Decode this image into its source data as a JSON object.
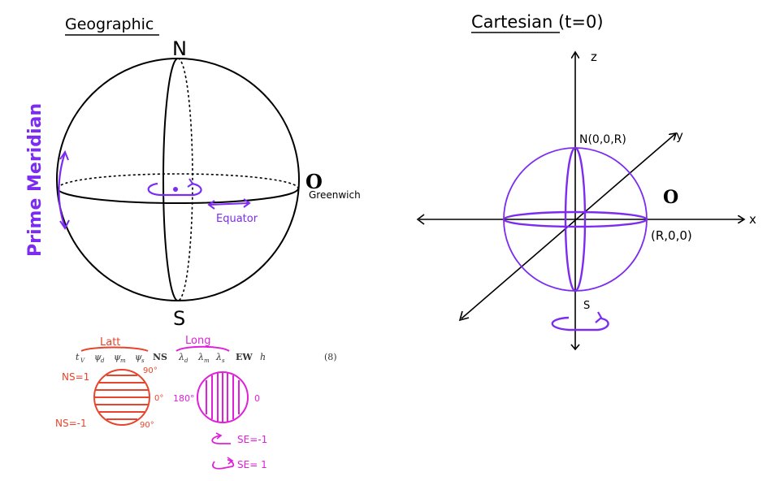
{
  "geographic": {
    "title": "Geographic",
    "north": "N",
    "south": "S",
    "origin": "O",
    "greenwich": "Greenwich",
    "equator": "Equator",
    "prime_meridian": "Prime Meridian"
  },
  "cartesian": {
    "title": "Cartesian  (t=0)",
    "axis_z": "z",
    "axis_y": "y",
    "axis_x": "x",
    "north_label": "N(0,0,R)",
    "south_label": "S",
    "origin": "O",
    "point_label": "(R,0,0)"
  },
  "formula": {
    "lat_label": "Latt",
    "long_label": "Long",
    "t": "t",
    "t_sub": "V",
    "psi": "ψ",
    "psi_d": "d",
    "psi_m": "m",
    "psi_s": "s",
    "ns": "NS",
    "lambda": "λ",
    "lam_d": "d",
    "lam_m": "m",
    "lam_s": "s",
    "ew": "EW",
    "h": "h",
    "eq_number": "(8)"
  },
  "legend": {
    "ns_pos": "NS=1",
    "ns_neg": "NS=-1",
    "lat_top": "90°",
    "lat_mid": "0°",
    "lat_bottom": "90°",
    "long_left": "180°",
    "long_right": "0",
    "se_neg": "SE=-1",
    "se_pos": "SE= 1"
  },
  "colors": {
    "purple": "#7b2cf0",
    "red": "#e8442b",
    "magenta": "#e020d8",
    "black": "#000000"
  }
}
